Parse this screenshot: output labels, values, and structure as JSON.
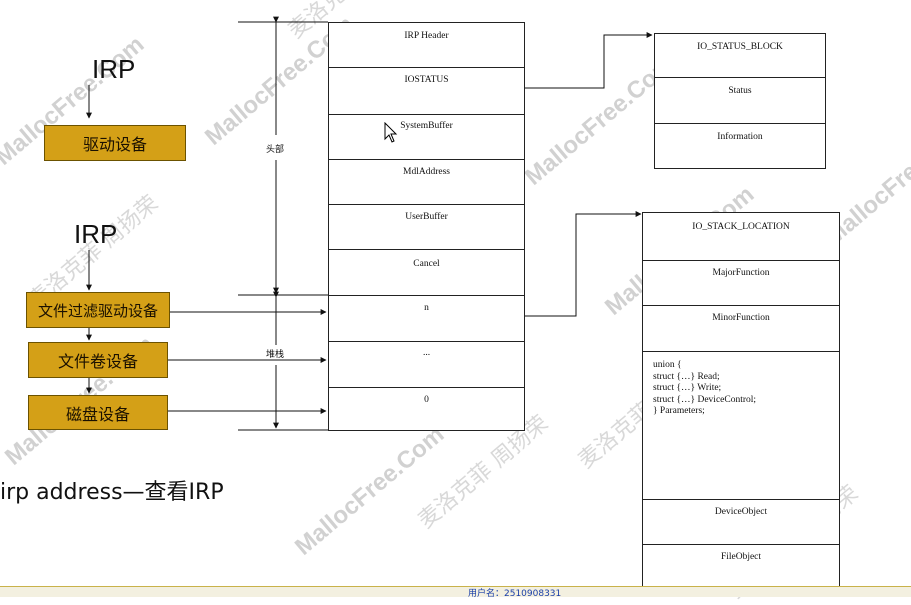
{
  "left": {
    "irp_top": "IRP",
    "driver_device": "驱动设备",
    "irp_mid": "IRP",
    "filter_driver_device": "文件过滤驱动设备",
    "volume_device": "文件卷设备",
    "disk_device": "磁盘设备",
    "irp_address": "irp address—查看IRP"
  },
  "labels": {
    "header": "头部",
    "stack": "堆栈"
  },
  "irp_struct": {
    "rows": [
      "IRP Header",
      "IOSTATUS",
      "SystemBuffer",
      "MdlAddress",
      "UserBuffer",
      "Cancel",
      "n",
      "...",
      "0"
    ]
  },
  "io_status_block": {
    "title": "IO_STATUS_BLOCK",
    "rows": [
      "Status",
      "Information"
    ]
  },
  "io_stack_location": {
    "title": "IO_STACK_LOCATION",
    "rows": [
      "MajorFunction",
      "MinorFunction"
    ],
    "union_lines": [
      "union {",
      "struct {…} Read;",
      "struct {…} Write;",
      "struct {…} DeviceControl;",
      "} Parameters;"
    ],
    "bottom_rows": [
      "DeviceObject",
      "FileObject"
    ]
  },
  "watermarks": {
    "en": "MallocFree.Com",
    "cn": "麦洛克菲 周扬荣"
  },
  "footer": {
    "user": "用户名：2510908331"
  }
}
